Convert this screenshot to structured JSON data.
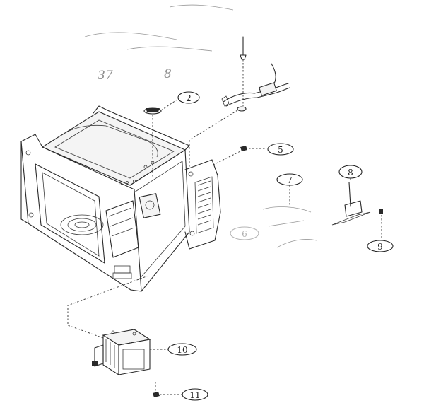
{
  "ghost_marks": [
    "37",
    "8"
  ],
  "callouts": [
    {
      "id": "callout-2",
      "label": "2"
    },
    {
      "id": "callout-5",
      "label": "5"
    },
    {
      "id": "callout-6",
      "label": "6"
    },
    {
      "id": "callout-7",
      "label": "7"
    },
    {
      "id": "callout-8",
      "label": "8"
    },
    {
      "id": "callout-9",
      "label": "9"
    },
    {
      "id": "callout-10",
      "label": "10"
    },
    {
      "id": "callout-11",
      "label": "11"
    }
  ]
}
